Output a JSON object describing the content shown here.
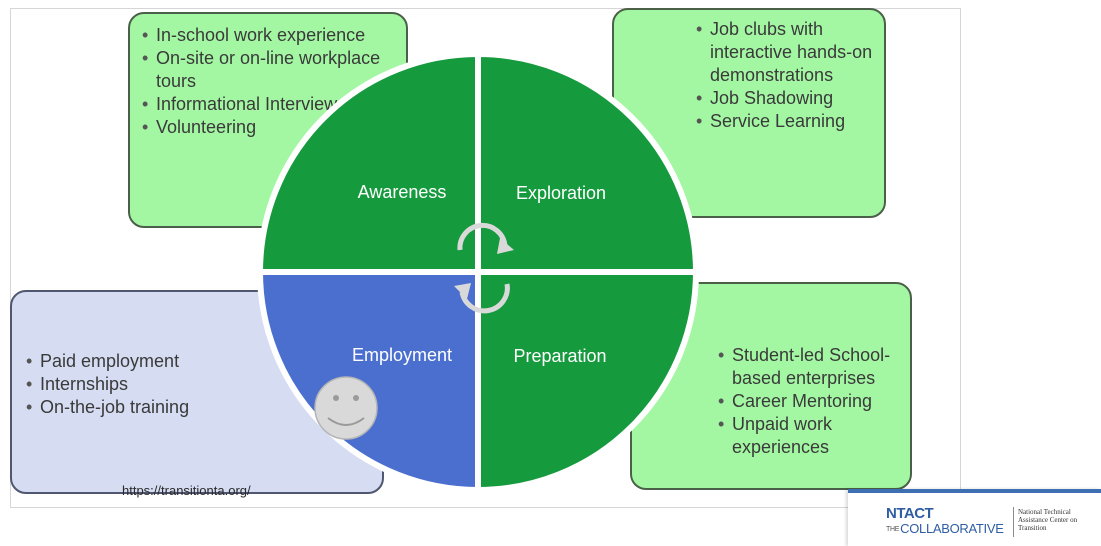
{
  "quadrants": {
    "awareness": "Awareness",
    "exploration": "Exploration",
    "employment": "Employment",
    "preparation": "Preparation"
  },
  "awareness_box": {
    "items": [
      "In-school work experience",
      "On-site or on-line workplace tours",
      "Informational Interviews",
      "Volunteering"
    ]
  },
  "exploration_box": {
    "items": [
      "Job clubs with interactive hands-on demonstrations",
      "Job Shadowing",
      "Service Learning"
    ]
  },
  "employment_box": {
    "items": [
      "Paid employment",
      "Internships",
      "On-the-job training"
    ]
  },
  "preparation_box": {
    "items": [
      "Student-led School-based enterprises",
      "Career Mentoring",
      "Unpaid work experiences"
    ]
  },
  "source_url": "https://transitionta.org/",
  "logo": {
    "ntact": "NTACT",
    "the": "THE",
    "collaborative": "COLLABORATIVE",
    "description": "National Technical Assistance Center on Transition"
  },
  "colors": {
    "quadrant_green": "#169a3e",
    "quadrant_blue": "#4a6fcf",
    "box_green": "#a3f7a3",
    "box_blue": "#d6dcf2",
    "smiley": "#d9d9d9"
  },
  "icons": [
    "cycle-arrows-icon",
    "smiley-face-icon"
  ]
}
